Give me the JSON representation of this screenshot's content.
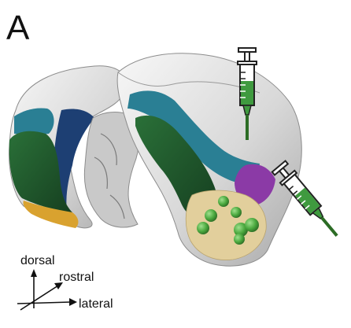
{
  "panel": {
    "label": "A"
  },
  "axes": {
    "dorsal": "dorsal",
    "rostral": "rostral",
    "lateral": "lateral"
  },
  "colors": {
    "cortex_surface": "#d9d9d9",
    "teal_region": "#2a7f94",
    "dark_blue_region": "#1d3f73",
    "green_region": "#1e5c2c",
    "orange_region": "#d9a22f",
    "purple_region": "#8b3aa6",
    "tan_region": "#e2cf9c",
    "injection_sites": "#55b948",
    "syringe_fill": "#3f9a3f"
  },
  "icons": [
    "syringe-icon",
    "syringe-icon"
  ]
}
